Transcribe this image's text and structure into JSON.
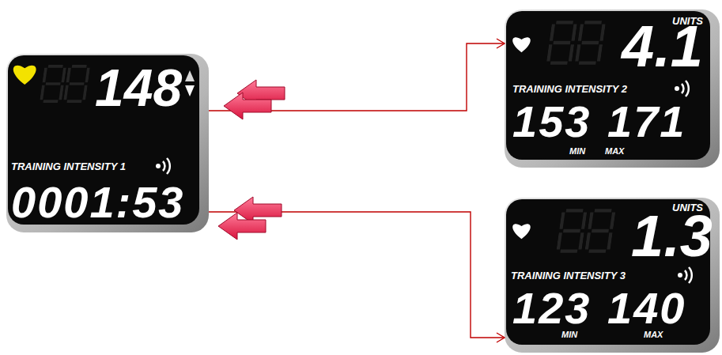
{
  "diagram": {
    "nodes": [
      {
        "text": [
          "148",
          "TRAINING INTENSITY 1",
          "0001:53"
        ]
      },
      {
        "text": [
          "UNITS",
          "4.1",
          "TRAINING INTENSITY 2",
          "153",
          "171",
          "MIN",
          "MAX"
        ]
      },
      {
        "text": [
          "UNITS",
          "1.3",
          "TRAINING INTENSITY 3",
          "123",
          "140",
          "MIN",
          "MAX"
        ]
      }
    ],
    "edges": [
      {
        "from": 0,
        "to": 1,
        "arrow": "to"
      },
      {
        "from": 0,
        "to": 2,
        "arrow": "to"
      }
    ]
  }
}
